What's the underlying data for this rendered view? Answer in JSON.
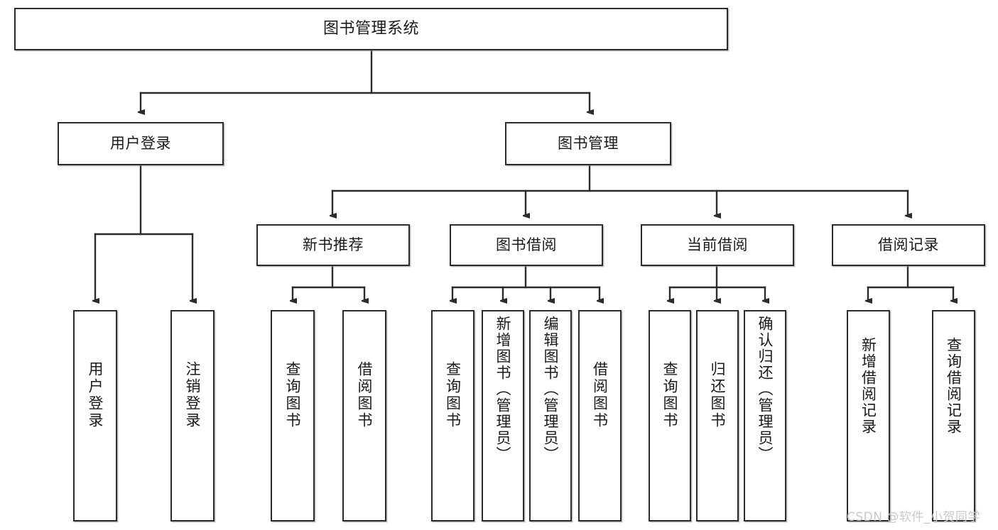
{
  "diagram": {
    "type": "tree-hierarchy",
    "title": "图书管理系统",
    "watermark": "CSDN @软件_小贺同学",
    "colors": {
      "background": "#ffffff",
      "node_border": "#2b2b2b",
      "node_fill": "#ffffff",
      "edge": "#2b2b2b",
      "text": "#1a1a1a",
      "watermark": "#c9c9c9"
    },
    "nodes": {
      "root": {
        "label": "图书管理系统",
        "level": 0,
        "orientation": "horizontal"
      },
      "level1": [
        {
          "id": "user-login",
          "label": "用户登录",
          "orientation": "horizontal"
        },
        {
          "id": "book-management",
          "label": "图书管理",
          "orientation": "horizontal"
        }
      ],
      "level2": [
        {
          "id": "new-book-recommend",
          "label": "新书推荐",
          "orientation": "horizontal",
          "parent": "book-management"
        },
        {
          "id": "book-borrow",
          "label": "图书借阅",
          "orientation": "horizontal",
          "parent": "book-management"
        },
        {
          "id": "current-borrow",
          "label": "当前借阅",
          "orientation": "horizontal",
          "parent": "book-management"
        },
        {
          "id": "borrow-record",
          "label": "借阅记录",
          "orientation": "horizontal",
          "parent": "book-management"
        }
      ],
      "leaves": [
        {
          "id": "leaf-user-login",
          "label": "用户登录",
          "parent": "user-login",
          "orientation": "vertical"
        },
        {
          "id": "leaf-user-logout",
          "label": "注销登录",
          "parent": "user-login",
          "orientation": "vertical"
        },
        {
          "id": "leaf-query-book-1",
          "label": "查询图书",
          "parent": "new-book-recommend",
          "orientation": "vertical"
        },
        {
          "id": "leaf-borrow-book-1",
          "label": "借阅图书",
          "parent": "new-book-recommend",
          "orientation": "vertical"
        },
        {
          "id": "leaf-query-book-2",
          "label": "查询图书",
          "parent": "book-borrow",
          "orientation": "vertical"
        },
        {
          "id": "leaf-add-book",
          "label": "新增图书（管理员）",
          "parent": "book-borrow",
          "orientation": "vertical"
        },
        {
          "id": "leaf-edit-book",
          "label": "编辑图书（管理员）",
          "parent": "book-borrow",
          "orientation": "vertical"
        },
        {
          "id": "leaf-borrow-book-2",
          "label": "借阅图书",
          "parent": "book-borrow",
          "orientation": "vertical"
        },
        {
          "id": "leaf-query-book-3",
          "label": "查询图书",
          "parent": "current-borrow",
          "orientation": "vertical"
        },
        {
          "id": "leaf-return-book",
          "label": "归还图书",
          "parent": "current-borrow",
          "orientation": "vertical"
        },
        {
          "id": "leaf-confirm-return",
          "label": "确认归还（管理员）",
          "parent": "current-borrow",
          "orientation": "vertical"
        },
        {
          "id": "leaf-add-record",
          "label": "新增借阅记录",
          "parent": "borrow-record",
          "orientation": "vertical"
        },
        {
          "id": "leaf-query-record",
          "label": "查询借阅记录",
          "parent": "borrow-record",
          "orientation": "vertical"
        }
      ]
    }
  }
}
